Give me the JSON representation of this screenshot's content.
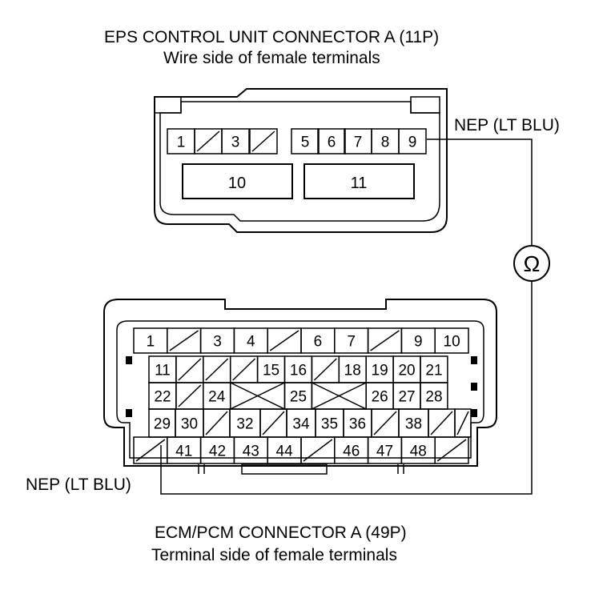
{
  "eps_connector": {
    "title": "EPS CONTROL UNIT CONNECTOR A (11P)",
    "subtitle": "Wire side of female terminals",
    "row1": [
      "1",
      "",
      "3",
      "",
      "5",
      "6",
      "7",
      "8",
      "9"
    ],
    "row1_blank": [
      false,
      true,
      false,
      true,
      false,
      false,
      false,
      false,
      false
    ],
    "row2": [
      "10",
      "11"
    ]
  },
  "ecm_connector": {
    "title": "ECM/PCM CONNECTOR A (49P)",
    "subtitle": "Terminal side of female terminals",
    "rows": [
      [
        "1",
        "",
        "3",
        "4",
        "",
        "6",
        "7",
        "",
        "9",
        "10"
      ],
      [
        "11",
        "",
        "",
        "",
        "15",
        "16",
        "",
        "18",
        "19",
        "20",
        "21"
      ],
      [
        "22",
        "",
        "24",
        "",
        "",
        "25",
        "",
        "",
        "26",
        "27",
        "28"
      ],
      [
        "29",
        "30",
        "",
        "32",
        "",
        "34",
        "35",
        "36",
        "",
        "38",
        "",
        ""
      ],
      [
        "",
        "41",
        "42",
        "43",
        "44",
        "",
        "46",
        "47",
        "48",
        ""
      ]
    ]
  },
  "wire": {
    "eps_label": "NEP (LT BLU)",
    "ecm_label": "NEP (LT BLU)",
    "meter_symbol": "Ω"
  }
}
